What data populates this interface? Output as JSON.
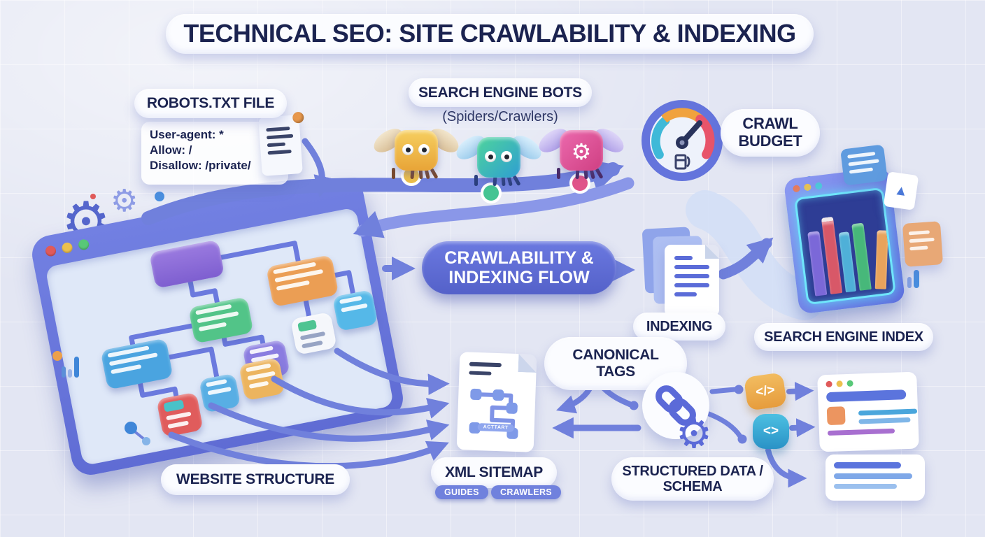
{
  "title": "TECHNICAL SEO: SITE CRAWLABILITY & INDEXING",
  "robots": {
    "label": "ROBOTS.TXT FILE",
    "lines": [
      "User-agent: *",
      "Allow: /",
      "Disallow: /private/"
    ]
  },
  "bots": {
    "label": "SEARCH ENGINE BOTS",
    "sublabel": "(Spiders/Crawlers)"
  },
  "crawl_budget": {
    "label": "CRAWL BUDGET"
  },
  "flow": {
    "label": "CRAWLABILITY & INDEXING FLOW"
  },
  "indexing": {
    "label": "INDEXING"
  },
  "search_index": {
    "label": "SEARCH ENGINE INDEX"
  },
  "website_structure": {
    "label": "WEBSITE STRUCTURE"
  },
  "xml_sitemap": {
    "label": "XML SITEMAP",
    "badges": [
      "GUIDES",
      "CRAWLERS"
    ],
    "doc_badge": "ACTTART"
  },
  "canonical": {
    "label": "CANONICAL TAGS"
  },
  "structured": {
    "label": "STRUCTURED DATA / SCHEMA"
  },
  "code_icons": {
    "slash": "</>",
    "angle": "<>"
  },
  "palette": {
    "background": "#e3e6f3",
    "navy_text": "#1b2350",
    "flow_pill": "#6170d6",
    "arrow_blue": "#7080dc",
    "badge_blue": "#7081dd",
    "glow_cyan": "#6fe6fb",
    "bot_yellow": "#efb843",
    "bot_teal": "#3ec0ae",
    "bot_pink": "#e0549a",
    "gauge_cyan": "#3fb9d8",
    "gauge_orange": "#f0a23e",
    "gauge_red": "#e8546a"
  }
}
